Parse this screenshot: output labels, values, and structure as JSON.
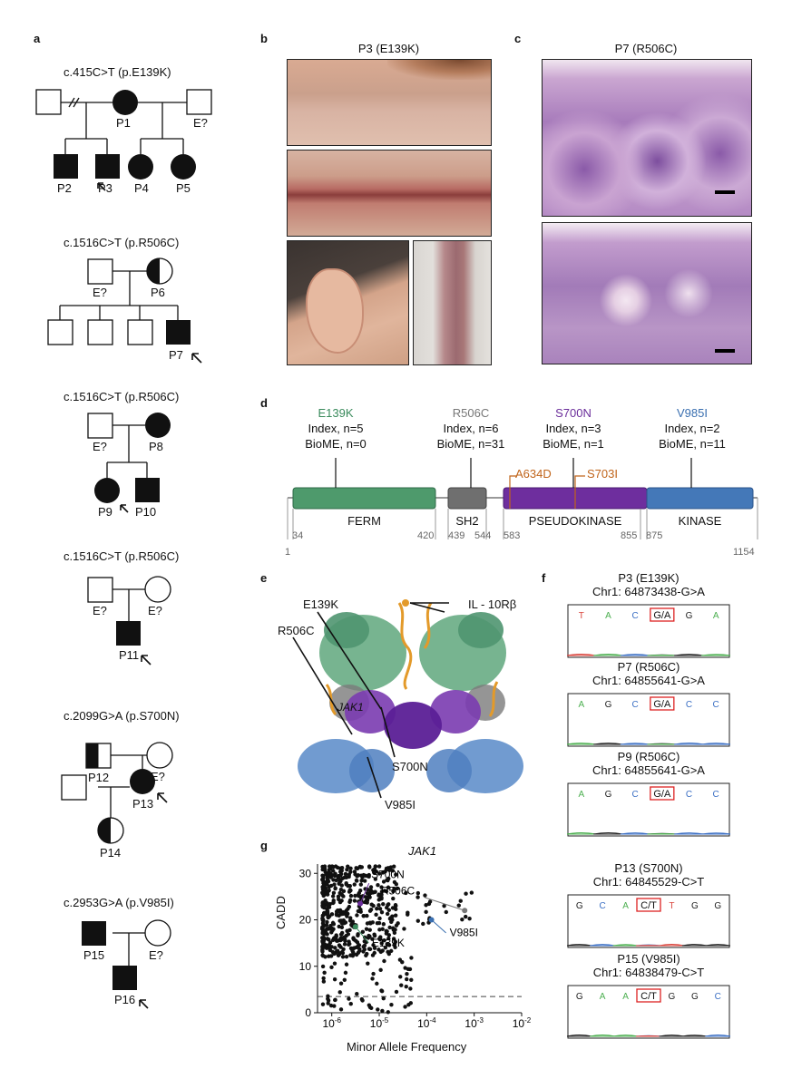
{
  "panel_labels": {
    "a": "a",
    "b": "b",
    "c": "c",
    "d": "d",
    "e": "e",
    "f": "f",
    "g": "g"
  },
  "pedigrees": [
    {
      "variant": "c.415C>T (p.E139K)",
      "labels": {
        "P1": "P1",
        "P2": "P2",
        "P3": "P3",
        "P4": "P4",
        "P5": "P5",
        "E": "E?"
      }
    },
    {
      "variant": "c.1516C>T (p.R506C)",
      "labels": {
        "E": "E?",
        "P6": "P6",
        "P7": "P7"
      }
    },
    {
      "variant": "c.1516C>T (p.R506C)",
      "labels": {
        "E": "E?",
        "P8": "P8",
        "P9": "P9",
        "P10": "P10"
      }
    },
    {
      "variant": "c.1516C>T (p.R506C)",
      "labels": {
        "E1": "E?",
        "E2": "E?",
        "P11": "P11"
      }
    },
    {
      "variant": "c.2099G>A (p.S700N)",
      "labels": {
        "P12": "P12",
        "E": "E?",
        "P13": "P13",
        "P14": "P14"
      }
    },
    {
      "variant": "c.2953G>A (p.V985I)",
      "labels": {
        "P15": "P15",
        "E": "E?",
        "P16": "P16"
      }
    }
  ],
  "panel_b": {
    "title": "P3 (E139K)"
  },
  "panel_c": {
    "title": "P7 (R506C)"
  },
  "panel_d": {
    "variants": [
      {
        "name": "E139K",
        "index": "Index, n=5",
        "biome": "BioME, n=0",
        "color": "#3a8a5c"
      },
      {
        "name": "R506C",
        "index": "Index, n=6",
        "biome": "BioME, n=31",
        "color": "#777777"
      },
      {
        "name": "S700N",
        "index": "Index, n=3",
        "biome": "BioME, n=1",
        "color": "#6a2d9a"
      },
      {
        "name": "V985I",
        "index": "Index, n=2",
        "biome": "BioME, n=11",
        "color": "#3a6fb0"
      }
    ],
    "extra_variants": [
      "A634D",
      "S703I"
    ],
    "domains": [
      {
        "name": "FERM",
        "start": "34",
        "end": "420",
        "color": "#4e9a6c"
      },
      {
        "name": "SH2",
        "start": "439",
        "end": "544",
        "color": "#6f6f6f"
      },
      {
        "name": "PSEUDOKINASE",
        "start": "583",
        "end": "855",
        "color": "#6e2e9e"
      },
      {
        "name": "KINASE",
        "start": "875",
        "end": "1154",
        "color": "#4478b8"
      }
    ],
    "protein_start": "1"
  },
  "panel_e": {
    "labels": [
      "E139K",
      "R506C",
      "JAK1",
      "IL - 10Rβ",
      "S700N",
      "V985I"
    ]
  },
  "panel_f": {
    "traces": [
      {
        "title": "P3 (E139K)",
        "locus": "Chr1: 64873438-G>A",
        "bases": [
          "T",
          "A",
          "C",
          "G/A",
          "G",
          "A"
        ]
      },
      {
        "title": "P7 (R506C)",
        "locus": "Chr1: 64855641-G>A",
        "bases": [
          "A",
          "G",
          "C",
          "G/A",
          "C",
          "C"
        ]
      },
      {
        "title": "P9 (R506C)",
        "locus": "Chr1: 64855641-G>A",
        "bases": [
          "A",
          "G",
          "C",
          "G/A",
          "C",
          "C"
        ]
      },
      {
        "title": "P13 (S700N)",
        "locus": "Chr1: 64845529-C>T",
        "bases": [
          "G",
          "C",
          "A",
          "C/T",
          "T",
          "G",
          "G"
        ]
      },
      {
        "title": "P15 (V985I)",
        "locus": "Chr1: 64838479-C>T",
        "bases": [
          "G",
          "A",
          "A",
          "C/T",
          "G",
          "G",
          "C"
        ]
      }
    ]
  },
  "chart_data": {
    "type": "scatter",
    "title": "JAK1",
    "xlabel": "Minor Allele Frequency",
    "ylabel": "CADD",
    "x_scale": "log",
    "xlim": [
      -6.3,
      -2
    ],
    "ylim": [
      0,
      32
    ],
    "xticks": [
      "10-6",
      "10-5",
      "10-4",
      "10-3",
      "10-2"
    ],
    "yticks": [
      "0",
      "10",
      "20",
      "30"
    ],
    "threshold_y": 3.5,
    "highlighted": [
      {
        "label": "S700N",
        "log10_maf": -5.4,
        "cadd": 23.5
      },
      {
        "label": "R506C",
        "log10_maf": -3.2,
        "cadd": 22.0
      },
      {
        "label": "V985I",
        "log10_maf": -3.9,
        "cadd": 20.0
      },
      {
        "label": "E139K",
        "log10_maf": -5.5,
        "cadd": 18.5
      }
    ]
  }
}
